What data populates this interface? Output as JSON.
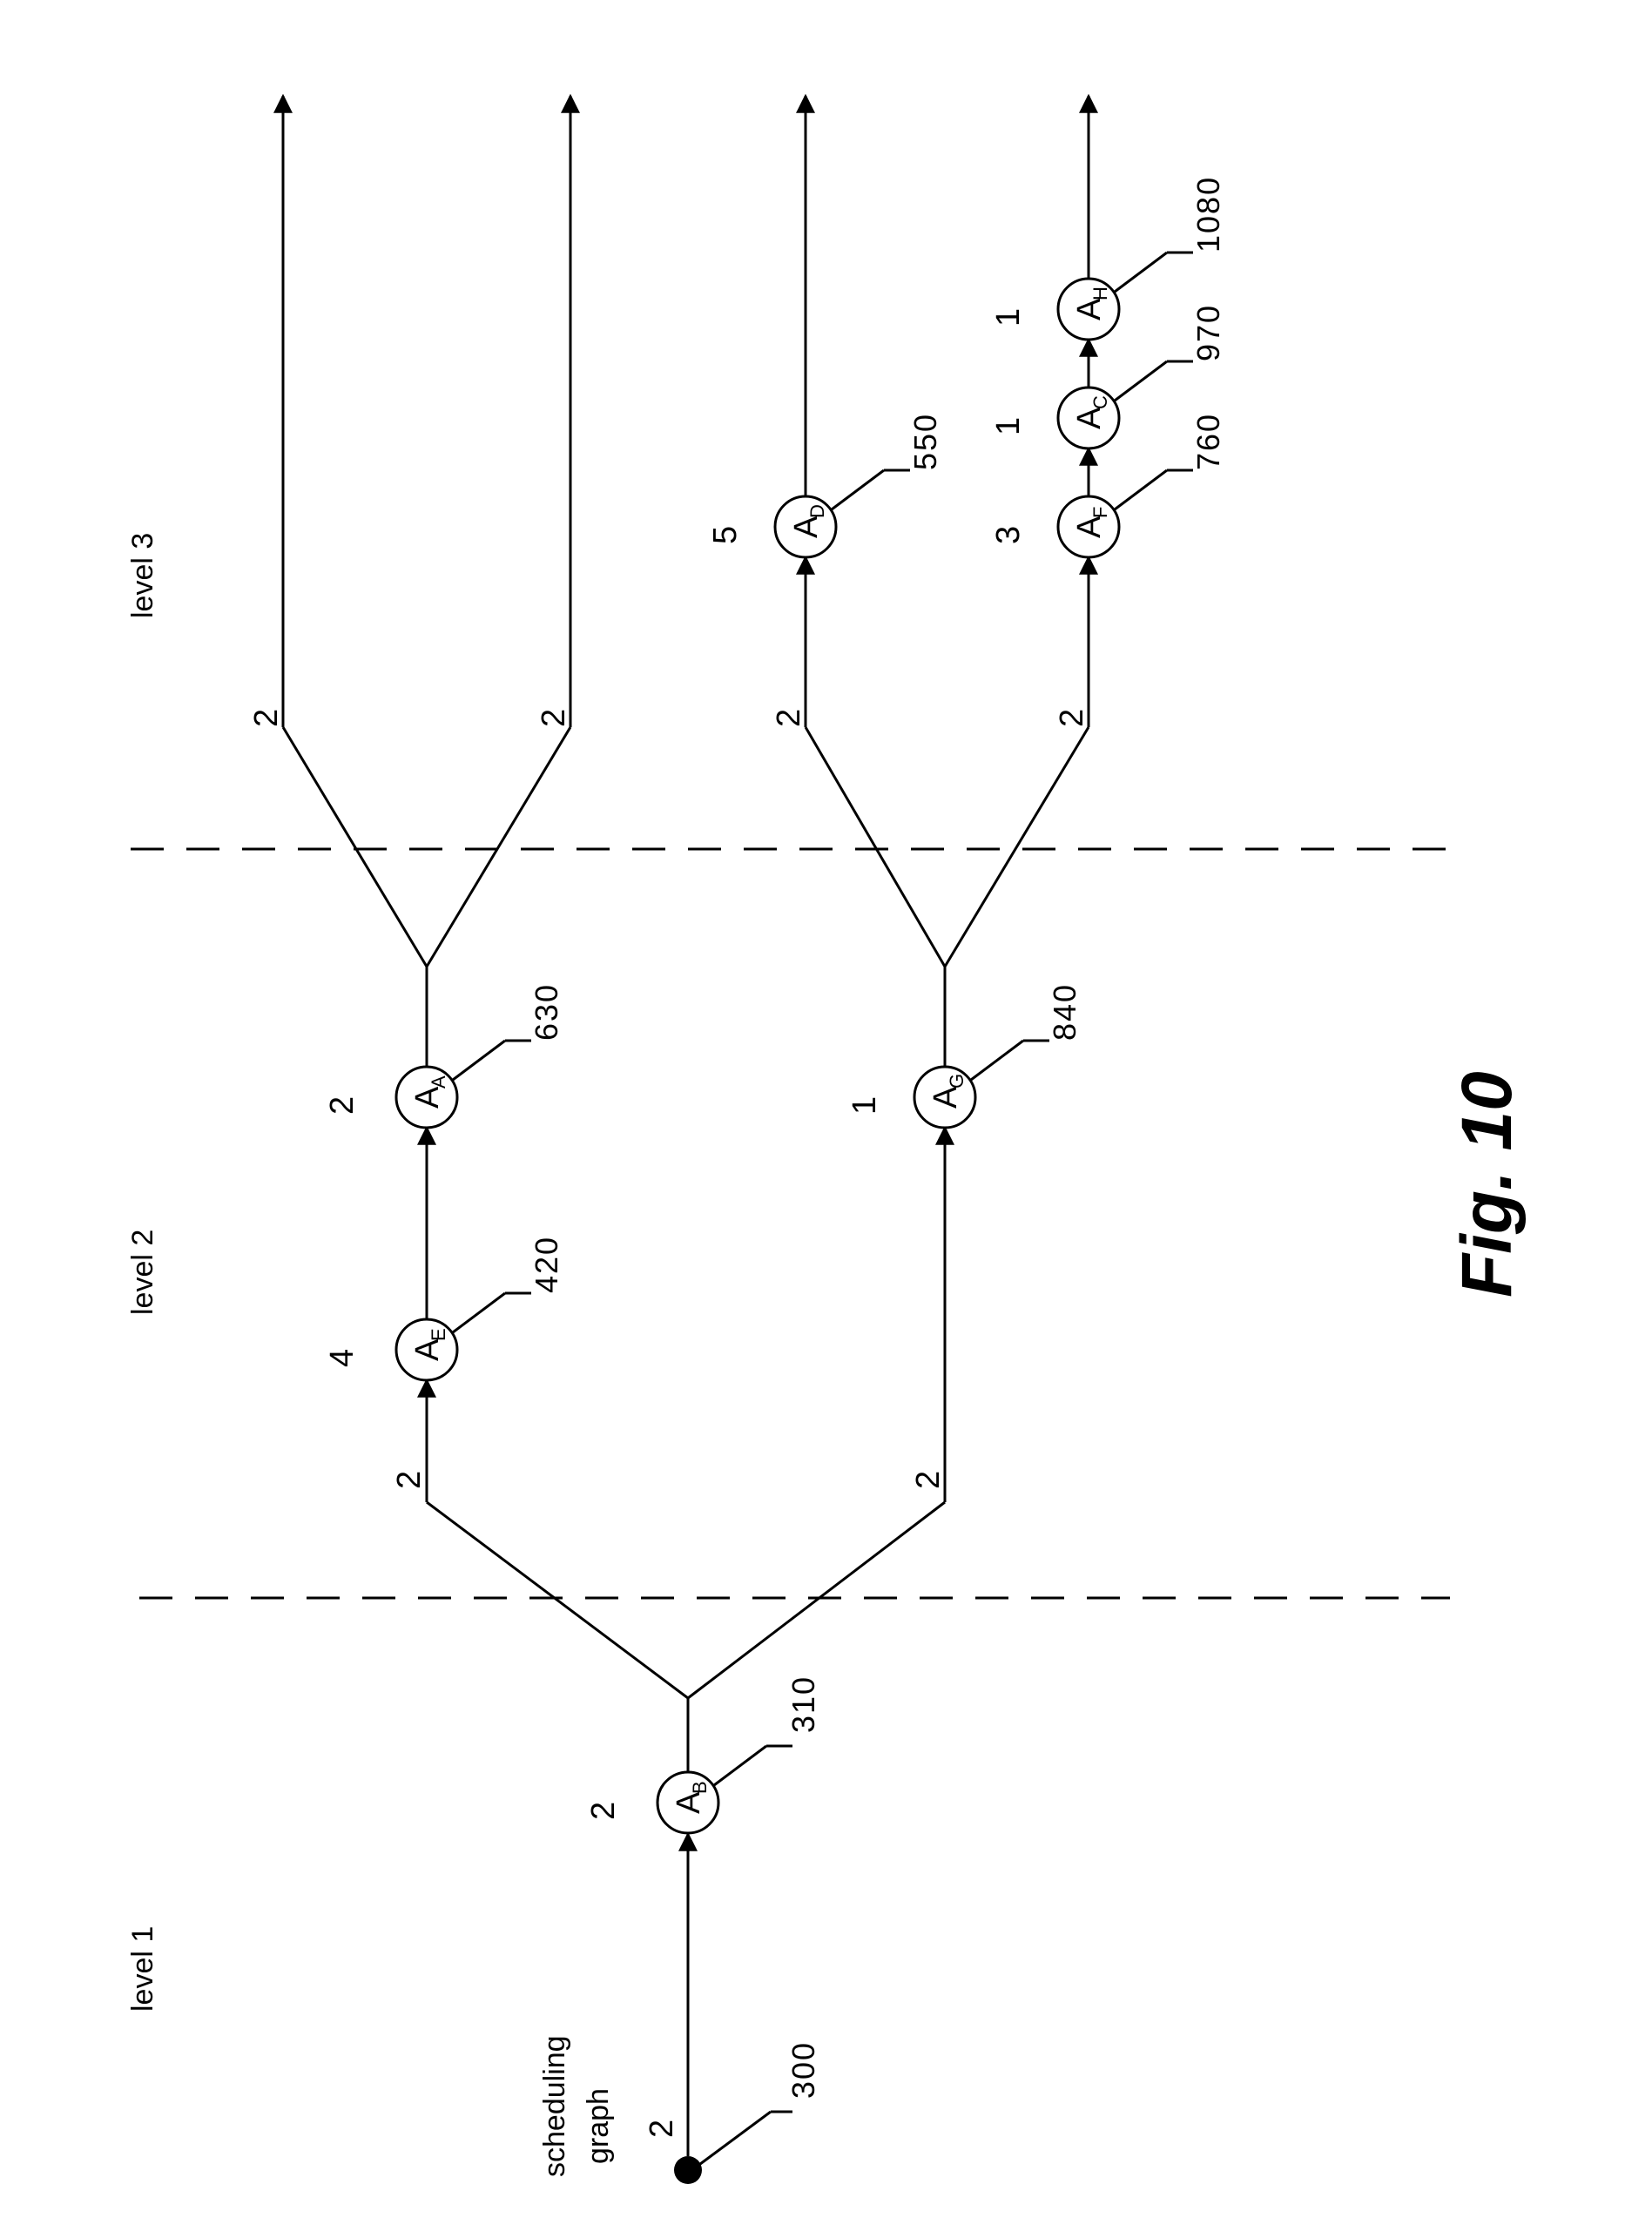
{
  "figure_label": "Fig. 10",
  "levels": [
    "level 1",
    "level 2",
    "level 3"
  ],
  "graph_label": [
    "scheduling",
    "graph"
  ],
  "start_ref": "300",
  "start_weight": "2",
  "nodes": [
    {
      "id": "AB",
      "main": "A",
      "sub": "B",
      "weight": "2",
      "ref": "310"
    },
    {
      "id": "AE",
      "main": "A",
      "sub": "E",
      "weight": "4",
      "ref": "420"
    },
    {
      "id": "AA",
      "main": "A",
      "sub": "A",
      "weight": "2",
      "ref": "630"
    },
    {
      "id": "AG",
      "main": "A",
      "sub": "G",
      "weight": "1",
      "ref": "840"
    },
    {
      "id": "AD",
      "main": "A",
      "sub": "D",
      "weight": "5",
      "ref": "550"
    },
    {
      "id": "AF",
      "main": "A",
      "sub": "F",
      "weight": "3",
      "ref": "760"
    },
    {
      "id": "AC",
      "main": "A",
      "sub": "C",
      "weight": "1",
      "ref": "970"
    },
    {
      "id": "AH",
      "main": "A",
      "sub": "H",
      "weight": "1",
      "ref": "1080"
    }
  ],
  "edge_weights": {
    "split1_upper": "2",
    "split1_lower": "2",
    "split2_upper": "2",
    "split2_lower": "2",
    "split3_upper": "2",
    "split3_lower": "2"
  }
}
